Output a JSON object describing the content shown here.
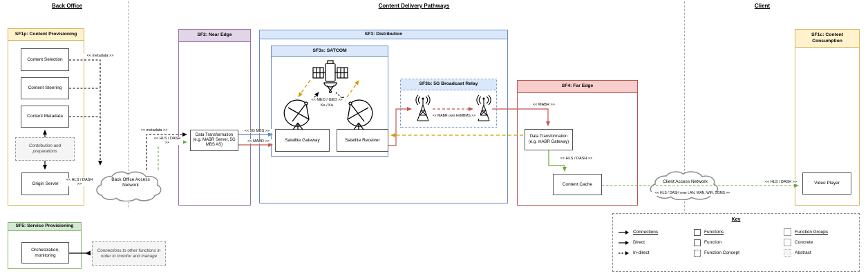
{
  "titles": {
    "back_office": "Back Office",
    "content_delivery": "Content Delivery Pathways",
    "client": "Client"
  },
  "groups": {
    "sf1p": "SF1p: Content Provisioning",
    "sf2": "SF2: Near Edge",
    "sf3": "SF3: Distribution",
    "sf3s": "SF3s: SATCOM",
    "sf3b": "SF3b: 5G Broadcast Relay",
    "sf4": "SF4: Far Edge",
    "sf5": "SF5: Service Provisioning",
    "sf1c": "SF1c: Content Consumption"
  },
  "nodes": {
    "content_selection": "Content Selection",
    "content_steering": "Content Steering",
    "content_metadata": "Content Metadata",
    "contribution": "Contribution and preparations",
    "origin_server": "Origin Server",
    "back_office_network": "Back Office Access Network",
    "data_transformation_near": "Data Transformation (e.g. MABR Server, 5G MBS AS)",
    "satellite_gateway": "Satellite Gateway",
    "satellite_receiver": "Satellite Receiver",
    "data_transformation_far": "Data Transformation (e.g. mABR Gateway)",
    "content_cache": "Content Cache",
    "client_network": "Client Access Network",
    "video_player": "Video Player",
    "orchestration": "Orchestration, monitoring",
    "monitor_note": "Connections to other functions in order to monitor and manage"
  },
  "edge_labels": {
    "metadata": "<< metadata >>",
    "hls_dash": "<< HLS / DASH >>",
    "five_g_mbs": "<< 5G MBS >>",
    "mabr": "<< MABR >>",
    "meo_geo": "<< MEO / GEO >>",
    "ka_ku": "Ka / Ku",
    "mabr_fembms": "<< MABR over FeMBMS >>",
    "hls_dash_lan": "<< HLS / DASH over LAN, WAN, WiFi, 5GMS >>"
  },
  "key": {
    "title": "Key",
    "connections_header": "Connections",
    "direct": "Direct",
    "indirect": "In-direct",
    "functions_header": "Functions",
    "function": "Function",
    "function_concept": "Function Concept",
    "groups_header": "Function Groups",
    "concrete": "Concrete",
    "abstract": "Abstract"
  },
  "colors": {
    "yellow_fill": "#FFF2CC",
    "yellow_stroke": "#D6B656",
    "purple_fill": "#E1D5E7",
    "purple_stroke": "#9673A6",
    "blue_fill": "#DAE8FC",
    "blue_stroke": "#6C8EBF",
    "red_fill": "#F8CECC",
    "red_stroke": "#B85450",
    "green_fill": "#D5E8D4",
    "green_stroke": "#82B366",
    "note_fill": "#F5F5F5",
    "note_stroke": "#999999",
    "arrow_black": "#000000",
    "arrow_green": "#67AB3C",
    "arrow_blue": "#5B8FD0",
    "arrow_red": "#C1554F",
    "arrow_orange": "#D79B00"
  }
}
